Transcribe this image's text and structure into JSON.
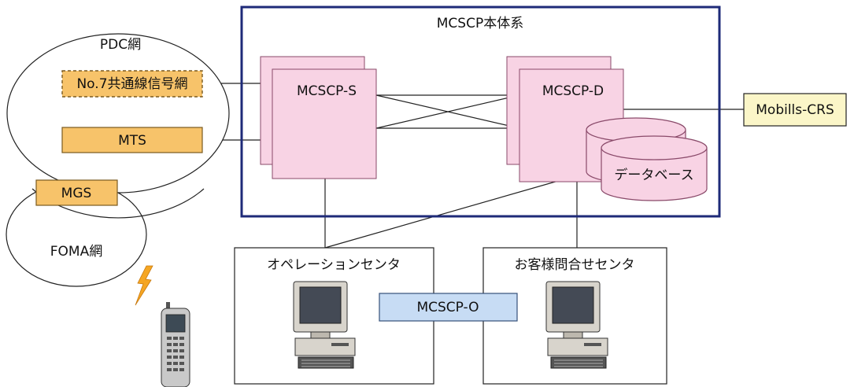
{
  "title": "MCSCP本体系",
  "networks": {
    "pdc": "PDC網",
    "foma": "FOMA網"
  },
  "nodes": {
    "no7": "No.7共通線信号網",
    "mts": "MTS",
    "mgs": "MGS",
    "mcscp_s": "MCSCP-S",
    "mcscp_d": "MCSCP-D",
    "database": "データベース",
    "mobills_crs": "Mobills-CRS",
    "mcscp_o": "MCSCP-O"
  },
  "centers": {
    "operation": "オペレーションセンタ",
    "customer": "お客様問合せセンタ"
  },
  "colors": {
    "frame": "#1e2a78",
    "server_fill": "#f8d3e4",
    "server_stroke": "#8a4a6a",
    "orange": "#f7c36a",
    "yellow": "#fbf6c8",
    "blue": "#c7dcf4",
    "lightning": "#f5a623"
  }
}
